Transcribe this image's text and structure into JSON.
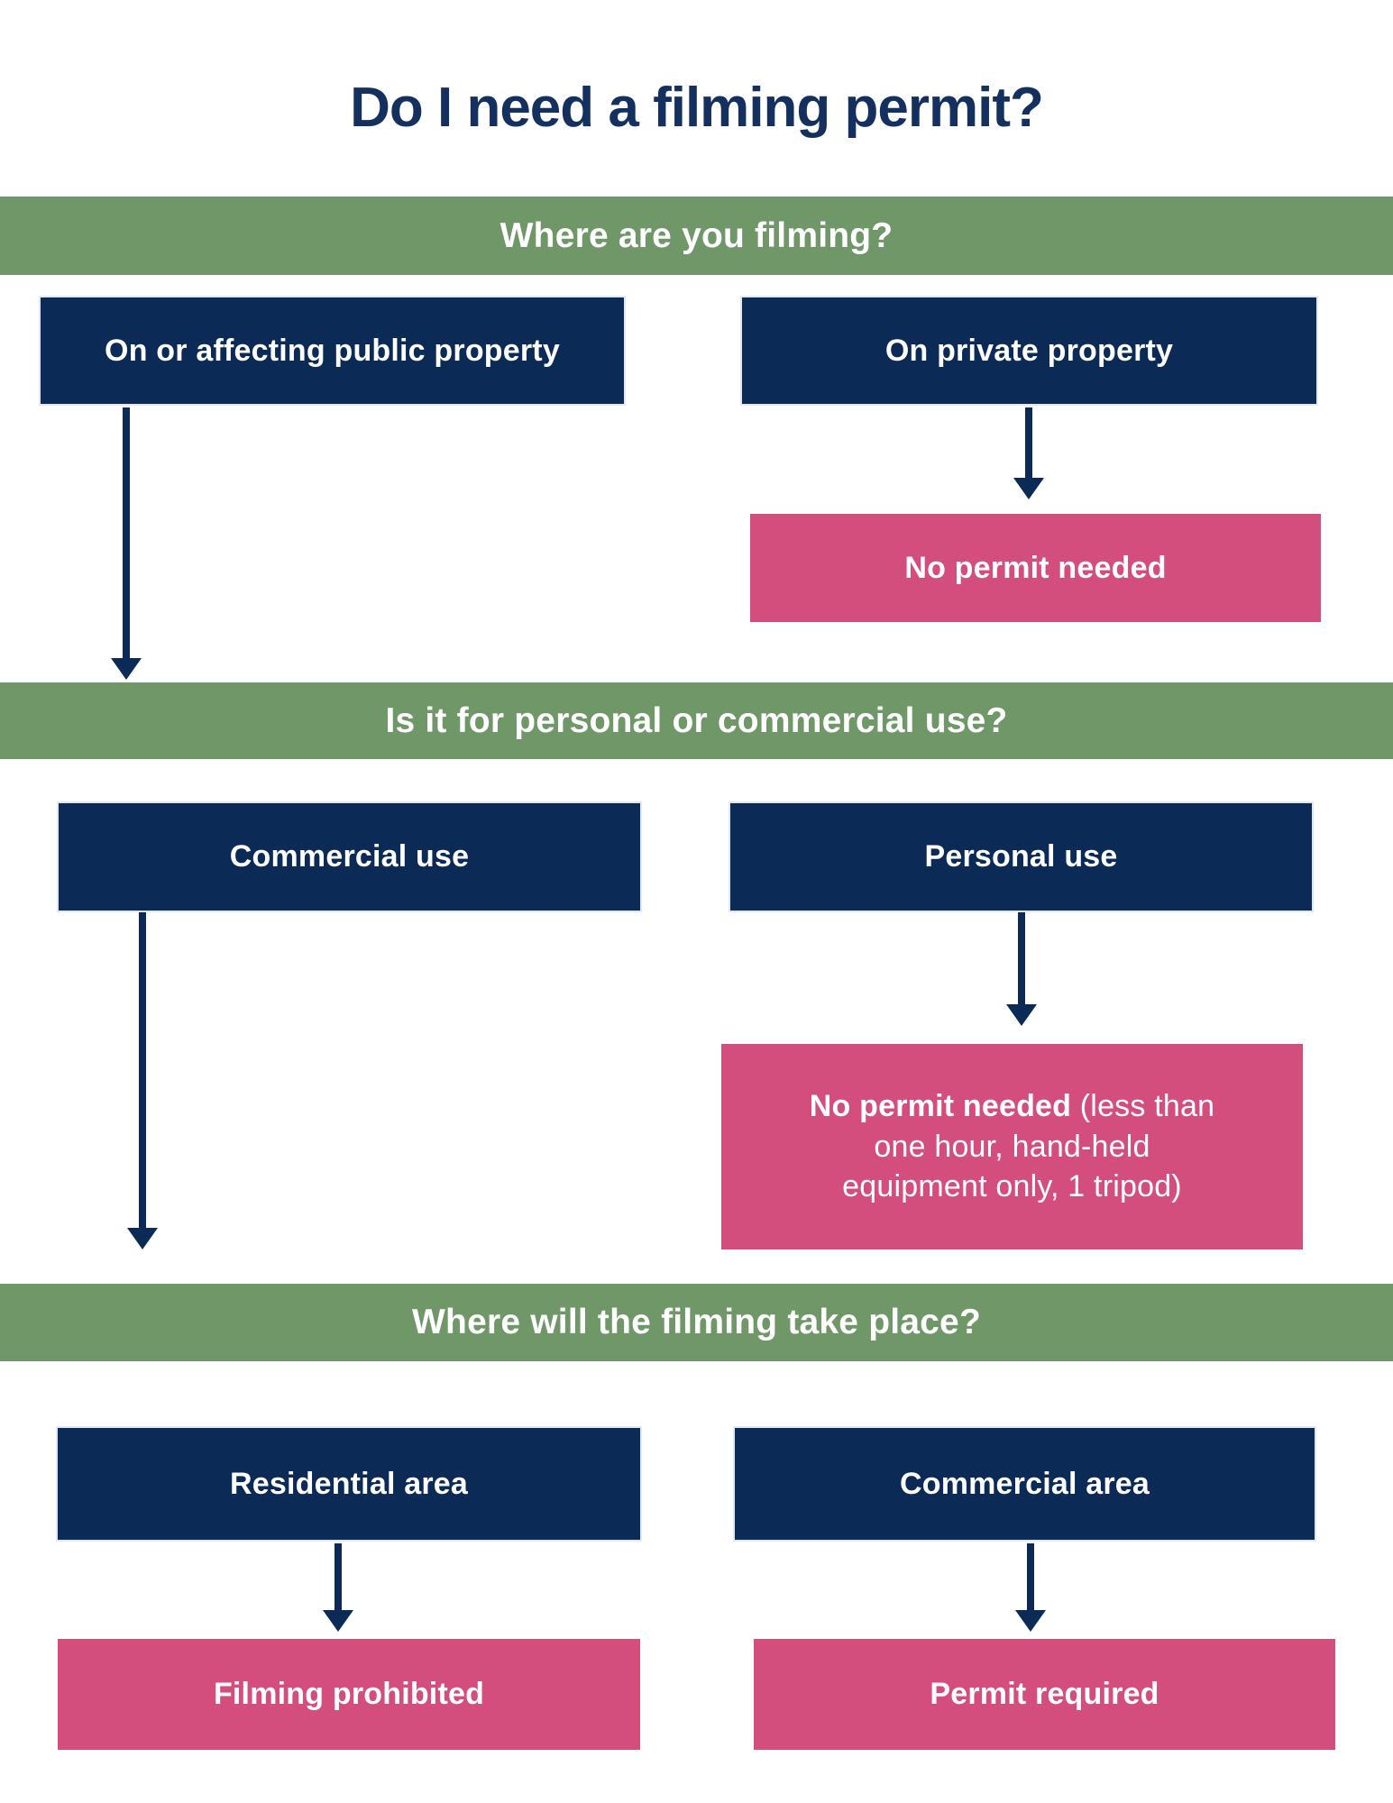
{
  "title": "Do I need a filming permit?",
  "questions": {
    "q1": "Where are you filming?",
    "q2": "Is it for personal or commercial use?",
    "q3": "Where will the filming take place?"
  },
  "nodes": {
    "public_property": "On or affecting public property",
    "private_property": "On private property",
    "no_permit_private": "No permit needed",
    "commercial_use": "Commercial use",
    "personal_use": "Personal use",
    "no_permit_personal": {
      "line1_bold": "No permit needed",
      "line1_regular": " (less than",
      "line2": "one hour, hand-held",
      "line3": "equipment only, 1 tripod)"
    },
    "residential_area": "Residential area",
    "commercial_area": "Commercial area",
    "filming_prohibited": "Filming prohibited",
    "permit_required": "Permit required"
  },
  "colors": {
    "navy": "#0b2a56",
    "green": "#6f9768",
    "pink": "#d44e7d",
    "title-navy": "#14305e",
    "bg": "#ffffff"
  }
}
